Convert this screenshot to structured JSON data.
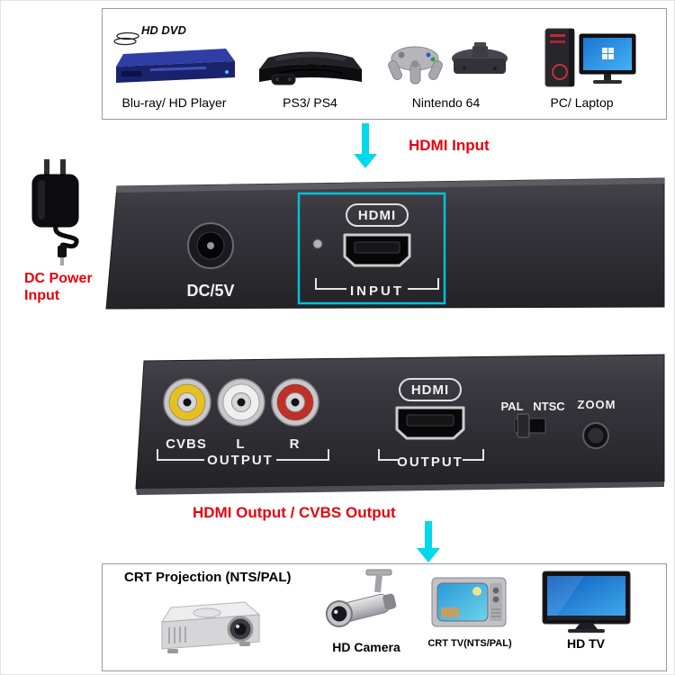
{
  "colors": {
    "annotation_red": "#e8000e",
    "arrow_cyan": "#00d8ec",
    "highlight_cyan": "#00c2d6",
    "device_body": "#323238"
  },
  "sources_panel": {
    "items": [
      {
        "logo": "HD DVD",
        "label": "Blu-ray/ HD Player"
      },
      {
        "label": "PS3/ PS4"
      },
      {
        "label": "Nintendo 64"
      },
      {
        "label": "PC/ Laptop"
      }
    ]
  },
  "annotations": {
    "hdmi_input": "HDMI Input",
    "dc_power_input": "DC Power Input",
    "hdmi_cvbs_output": "HDMI Output / CVBS Output"
  },
  "converter_top_view": {
    "dc_port_label": "DC/5V",
    "hdmi_logo": "HDMI",
    "hdmi_port_label": "INPUT"
  },
  "converter_bottom_view": {
    "rca_labels": [
      "CVBS",
      "L",
      "R"
    ],
    "rca_group_label": "OUTPUT",
    "hdmi_logo": "HDMI",
    "hdmi_port_label": "OUTPUT",
    "pal_label": "PAL",
    "ntsc_label": "NTSC",
    "zoom_label": "ZOOM"
  },
  "outputs_panel": {
    "projection_title": "CRT Projection (NTS/PAL)",
    "items": [
      {
        "label": "HD Camera"
      },
      {
        "label": "CRT TV(NTS/PAL)"
      },
      {
        "label": "HD TV"
      }
    ]
  }
}
